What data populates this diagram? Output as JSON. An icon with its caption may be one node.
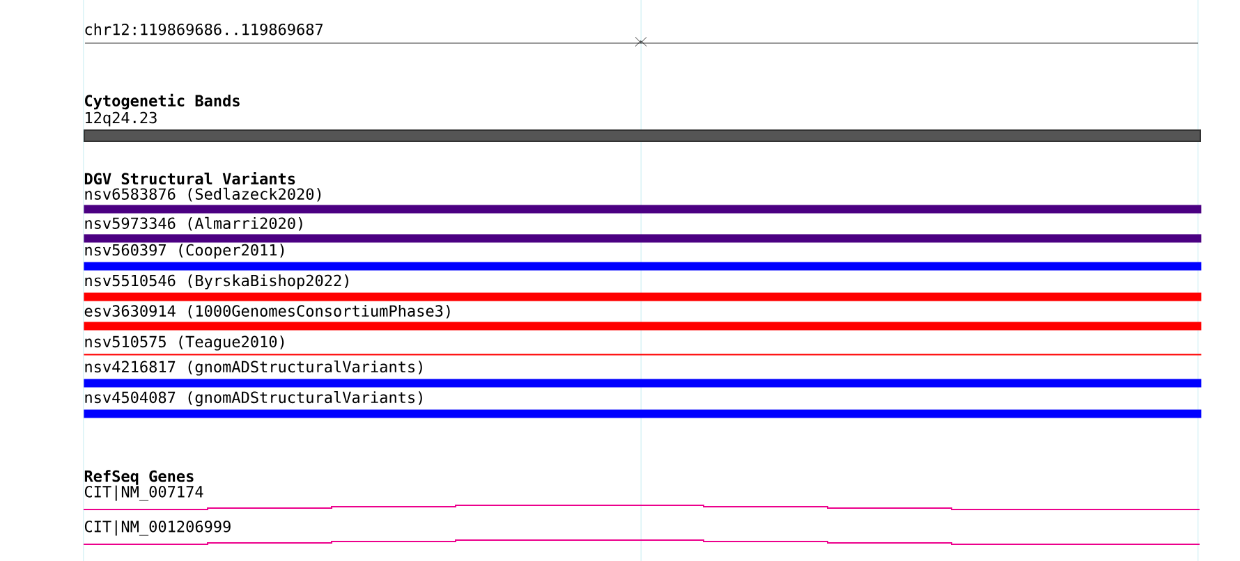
{
  "diagram": {
    "nodes": [
      {
        "text": [
          "12q24.23"
        ]
      },
      {
        "text": [
          "nsv6583876 (Sedlazeck2020)"
        ]
      },
      {
        "text": [
          "nsv5973346 (Almarri2020)"
        ]
      },
      {
        "text": [
          "nsv560397 (Cooper2011)"
        ]
      },
      {
        "text": [
          "nsv5510546 (ByrskaBishop2022)"
        ]
      },
      {
        "text": [
          "esv3630914 (1000GenomesConsortiumPhase3)"
        ]
      },
      {
        "text": [
          "nsv510575 (Teague2010)"
        ]
      },
      {
        "text": [
          "nsv4216817 (gnomADStructuralVariants)"
        ]
      },
      {
        "text": [
          "nsv4504087 (gnomADStructuralVariants)"
        ]
      },
      {
        "text": [
          "CIT|NM_007174"
        ]
      },
      {
        "text": [
          "CIT|NM_001206999"
        ]
      }
    ],
    "labels": [
      "chr12:119869686..119869687",
      "Cytogenetic Bands",
      "DGV Structural Variants",
      "RefSeq Genes"
    ]
  }
}
